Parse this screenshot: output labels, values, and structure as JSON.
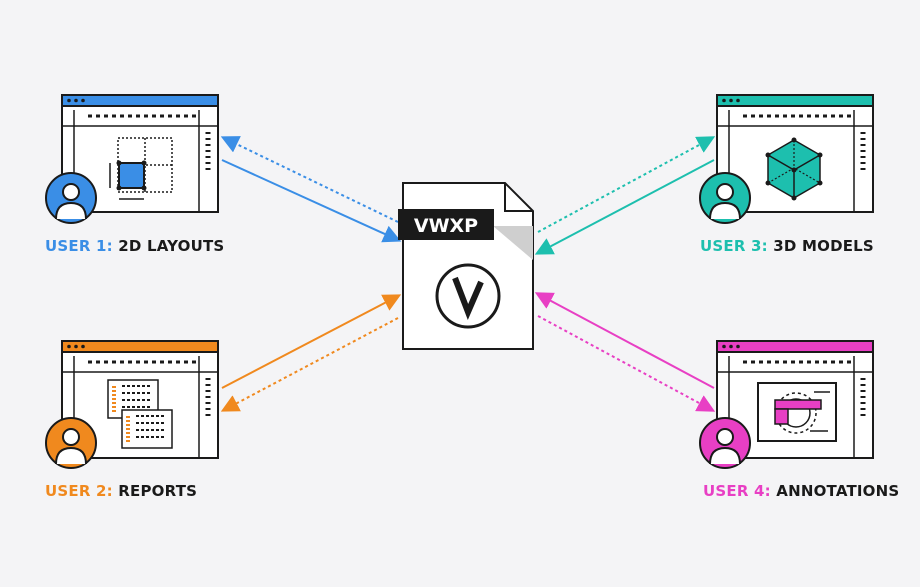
{
  "center": {
    "badge_label": "VWXP",
    "logo_icon": "vectorworks-v-logo-icon"
  },
  "users": [
    {
      "prefix": "USER 1:",
      "label": "2D LAYOUTS",
      "color": "#3a8ee6",
      "content_icon": "2d-layout-grid-icon"
    },
    {
      "prefix": "USER 2:",
      "label": "REPORTS",
      "color": "#f0891e",
      "content_icon": "spreadsheet-report-icon"
    },
    {
      "prefix": "USER 3:",
      "label": "3D MODELS",
      "color": "#1dbfae",
      "content_icon": "3d-cube-icon"
    },
    {
      "prefix": "USER 4:",
      "label": "ANNOTATIONS",
      "color": "#e83fc4",
      "content_icon": "annotation-drawing-icon"
    }
  ],
  "colors": {
    "outline": "#1a1a1a",
    "background": "#f4f4f6",
    "file_fill": "#ffffff",
    "fold_gray": "#cfcfcf"
  }
}
